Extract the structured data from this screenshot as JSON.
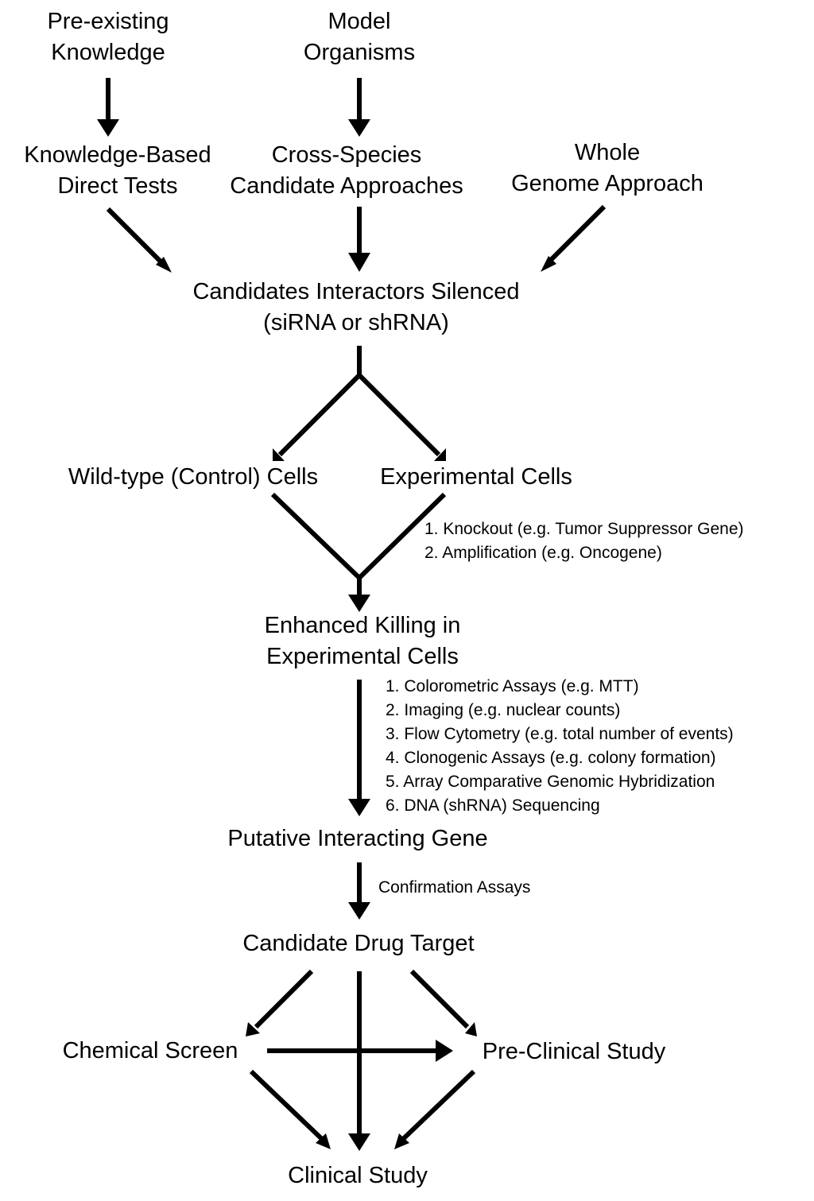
{
  "nodes": {
    "pre_existing": [
      "Pre-existing",
      "Knowledge"
    ],
    "model_organisms": [
      "Model",
      "Organisms"
    ],
    "knowledge_based": [
      "Knowledge-Based",
      "Direct Tests"
    ],
    "cross_species": [
      "Cross-Species",
      "Candidate Approaches"
    ],
    "whole_genome": [
      "Whole",
      "Genome Approach"
    ],
    "candidates_silenced": [
      "Candidates Interactors Silenced",
      "(siRNA or shRNA)"
    ],
    "wild_type": "Wild-type (Control) Cells",
    "experimental": "Experimental Cells",
    "enhanced_killing": [
      "Enhanced Killing in",
      "Experimental Cells"
    ],
    "putative_gene": "Putative Interacting Gene",
    "candidate_drug": "Candidate Drug Target",
    "chemical_screen": "Chemical Screen",
    "pre_clinical": "Pre-Clinical Study",
    "clinical": "Clinical Study"
  },
  "notes": {
    "cell_types": [
      "1. Knockout (e.g. Tumor Suppressor Gene)",
      "2. Amplification (e.g. Oncogene)"
    ],
    "assays": [
      "1. Colorometric Assays (e.g. MTT)",
      "2. Imaging (e.g. nuclear counts)",
      "3. Flow Cytometry (e.g. total number of events)",
      "4. Clonogenic Assays (e.g. colony formation)",
      "5. Array Comparative Genomic Hybridization",
      "6. DNA (shRNA) Sequencing"
    ],
    "confirmation": "Confirmation Assays"
  },
  "colors": {
    "ink": "#000000",
    "background": "#ffffff"
  }
}
